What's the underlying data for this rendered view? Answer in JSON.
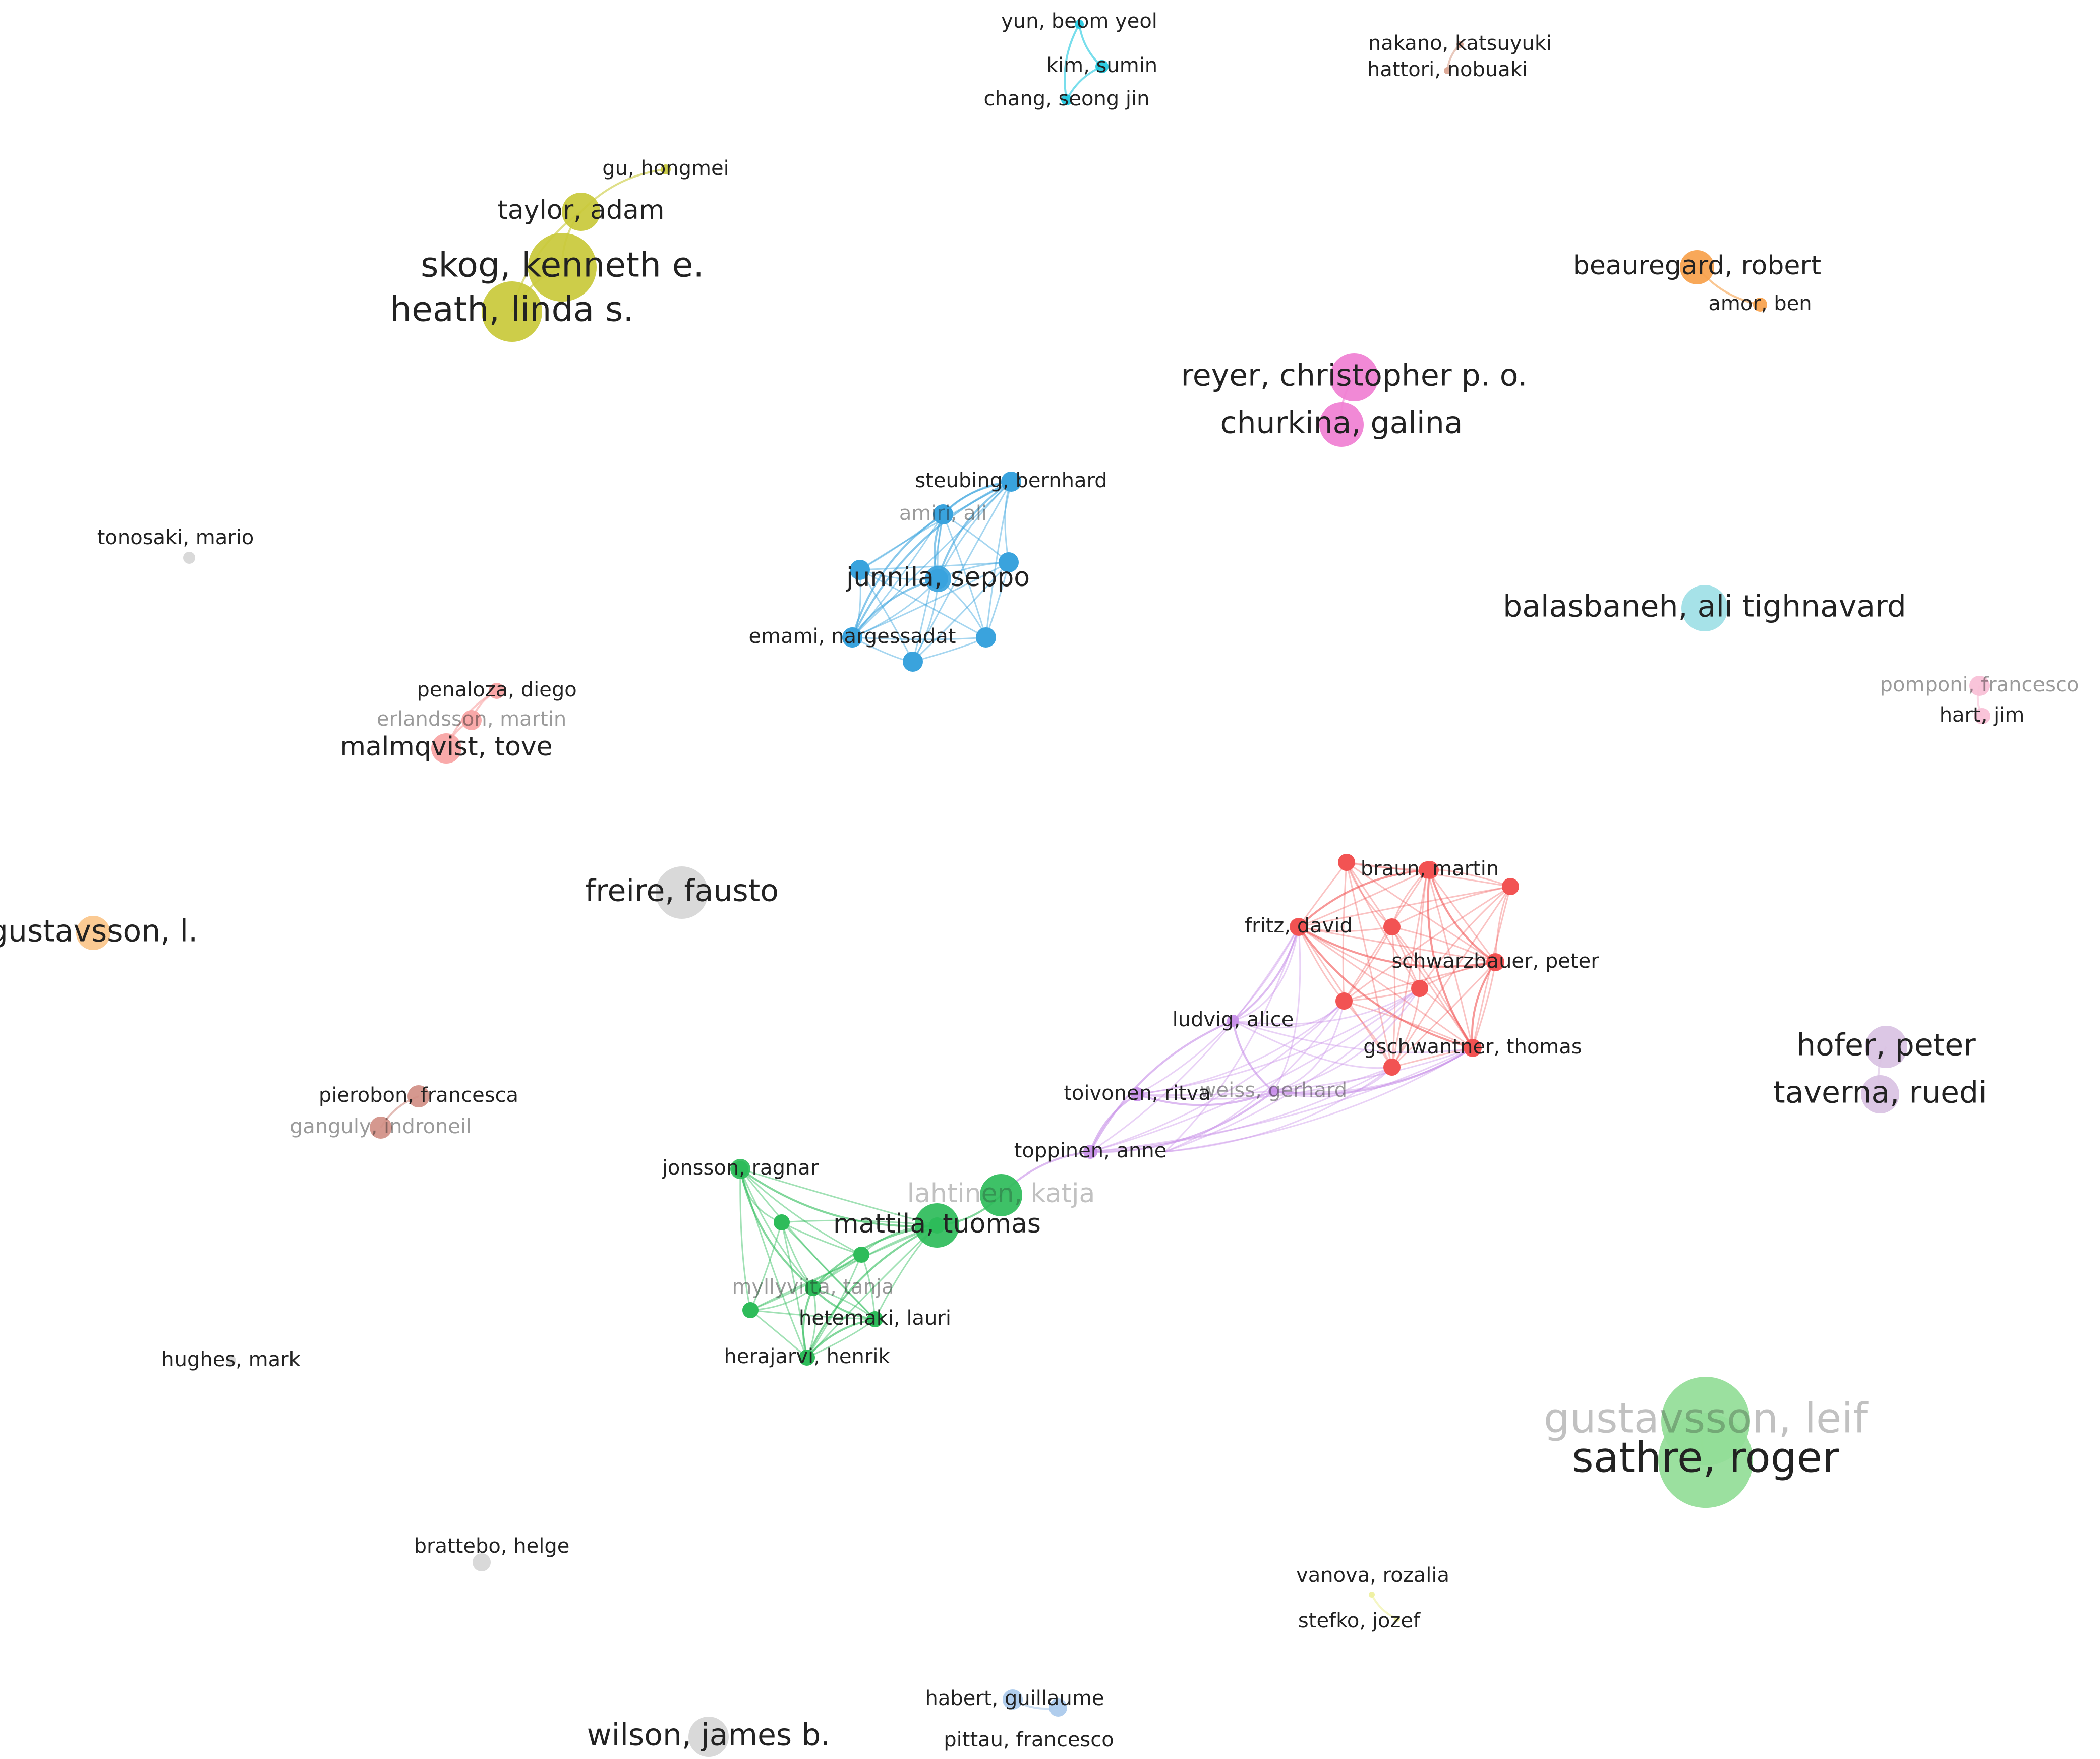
{
  "nodes": [
    {
      "id": "yun-beom-yeol",
      "label": "yun, beom yeol",
      "cluster": "cyan",
      "weight": 1
    },
    {
      "id": "kim-sumin",
      "label": "kim, sumin",
      "cluster": "cyan",
      "weight": 1
    },
    {
      "id": "chang-seong-jin",
      "label": "chang, seong jin",
      "cluster": "cyan",
      "weight": 1
    },
    {
      "id": "nakano-katsuyuki",
      "label": "nakano, katsuyuki",
      "cluster": "brown",
      "weight": 1
    },
    {
      "id": "hattori-nobuaki",
      "label": "hattori, nobuaki",
      "cluster": "brown",
      "weight": 1
    },
    {
      "id": "gu-hongmei",
      "label": "gu, hongmei",
      "cluster": "olive",
      "weight": 1
    },
    {
      "id": "taylor-adam",
      "label": "taylor, adam",
      "cluster": "olive",
      "weight": 2
    },
    {
      "id": "skog-kenneth-e",
      "label": "skog, kenneth e.",
      "cluster": "olive",
      "weight": 4
    },
    {
      "id": "heath-linda-s",
      "label": "heath, linda s.",
      "cluster": "olive",
      "weight": 4
    },
    {
      "id": "beauregard-robert",
      "label": "beauregard, robert",
      "cluster": "orange",
      "weight": 2
    },
    {
      "id": "amor-ben",
      "label": "amor, ben",
      "cluster": "orange",
      "weight": 1
    },
    {
      "id": "reyer-christopher-p-o",
      "label": "reyer, christopher p. o.",
      "cluster": "magenta",
      "weight": 3
    },
    {
      "id": "churkina-galina",
      "label": "churkina, galina",
      "cluster": "magenta",
      "weight": 3
    },
    {
      "id": "steubing-bernhard",
      "label": "steubing, bernhard",
      "cluster": "blue",
      "weight": 1
    },
    {
      "id": "amiri-ali",
      "label": "amiri, ali",
      "cluster": "blue",
      "weight": 1
    },
    {
      "id": "junnila-seppo",
      "label": "junnila, seppo",
      "cluster": "blue",
      "weight": 2
    },
    {
      "id": "emami-nargessadat",
      "label": "emami, nargessadat",
      "cluster": "blue",
      "weight": 1
    },
    {
      "id": "tonosaki-mario",
      "label": "tonosaki, mario",
      "cluster": "grey",
      "weight": 1
    },
    {
      "id": "balasbaneh-ali-tighnavard",
      "label": "balasbaneh, ali tighnavard",
      "cluster": "teal",
      "weight": 3
    },
    {
      "id": "penaloza-diego",
      "label": "penaloza, diego",
      "cluster": "pink",
      "weight": 1
    },
    {
      "id": "erlandsson-martin",
      "label": "erlandsson, martin",
      "cluster": "pink",
      "weight": 1
    },
    {
      "id": "malmqvist-tove",
      "label": "malmqvist, tove",
      "cluster": "pink",
      "weight": 2
    },
    {
      "id": "pomponi-francesco",
      "label": "pomponi, francesco",
      "cluster": "lightpink",
      "weight": 1
    },
    {
      "id": "hart-jim",
      "label": "hart, jim",
      "cluster": "lightpink",
      "weight": 1
    },
    {
      "id": "freire-fausto",
      "label": "freire, fausto",
      "cluster": "grey",
      "weight": 3
    },
    {
      "id": "gustavsson-l",
      "label": "gustavsson, l.",
      "cluster": "peach",
      "weight": 3
    },
    {
      "id": "braun-martin",
      "label": "braun, martin",
      "cluster": "red",
      "weight": 1
    },
    {
      "id": "fritz-david",
      "label": "fritz, david",
      "cluster": "red",
      "weight": 1
    },
    {
      "id": "schwarzbauer-peter",
      "label": "schwarzbauer, peter",
      "cluster": "red",
      "weight": 1
    },
    {
      "id": "gschwantner-thomas",
      "label": "gschwantner, thomas",
      "cluster": "red",
      "weight": 1
    },
    {
      "id": "ludvig-alice",
      "label": "ludvig, alice",
      "cluster": "purple",
      "weight": 1
    },
    {
      "id": "toivonen-ritva",
      "label": "toivonen, ritva",
      "cluster": "purple",
      "weight": 1
    },
    {
      "id": "weiss-gerhard",
      "label": "weiss, gerhard",
      "cluster": "purple",
      "weight": 1
    },
    {
      "id": "toppinen-anne",
      "label": "toppinen, anne",
      "cluster": "purple",
      "weight": 1
    },
    {
      "id": "hofer-peter",
      "label": "hofer, peter",
      "cluster": "lavender",
      "weight": 3
    },
    {
      "id": "taverna-ruedi",
      "label": "taverna, ruedi",
      "cluster": "lavender",
      "weight": 3
    },
    {
      "id": "pierobon-francesca",
      "label": "pierobon, francesca",
      "cluster": "rosebrown",
      "weight": 1
    },
    {
      "id": "ganguly-indroneil",
      "label": "ganguly, indroneil",
      "cluster": "rosebrown",
      "weight": 1
    },
    {
      "id": "jonsson-ragnar",
      "label": "jonsson, ragnar",
      "cluster": "green",
      "weight": 1
    },
    {
      "id": "lahtinen-katja",
      "label": "lahtinen, katja",
      "cluster": "green",
      "weight": 2
    },
    {
      "id": "mattila-tuomas",
      "label": "mattila, tuomas",
      "cluster": "green",
      "weight": 2
    },
    {
      "id": "myllyviita-tanja",
      "label": "myllyviita, tanja",
      "cluster": "green",
      "weight": 1
    },
    {
      "id": "hetemaki-lauri",
      "label": "hetemaki, lauri",
      "cluster": "green",
      "weight": 1
    },
    {
      "id": "herajarvi-henrik",
      "label": "herajarvi, henrik",
      "cluster": "green",
      "weight": 1
    },
    {
      "id": "hughes-mark",
      "label": "hughes, mark",
      "cluster": "grey",
      "weight": 1
    },
    {
      "id": "gustavsson-leif",
      "label": "gustavsson, leif",
      "cluster": "lightgreen",
      "weight": 5
    },
    {
      "id": "sathre-roger",
      "label": "sathre, roger",
      "cluster": "lightgreen",
      "weight": 5
    },
    {
      "id": "brattebo-helge",
      "label": "brattebo, helge",
      "cluster": "grey",
      "weight": 1
    },
    {
      "id": "vanova-rozalia",
      "label": "vanova, rozalia",
      "cluster": "paleyellow",
      "weight": 1
    },
    {
      "id": "stefko-jozef",
      "label": "stefko, jozef",
      "cluster": "paleyellow",
      "weight": 1
    },
    {
      "id": "habert-guillaume",
      "label": "habert, guillaume",
      "cluster": "paleblue",
      "weight": 1
    },
    {
      "id": "pittau-francesco",
      "label": "pittau, francesco",
      "cluster": "paleblue",
      "weight": 1
    },
    {
      "id": "wilson-james-b",
      "label": "wilson, james b.",
      "cluster": "grey",
      "weight": 3
    }
  ],
  "links": [
    [
      "yun-beom-yeol",
      "kim-sumin"
    ],
    [
      "yun-beom-yeol",
      "chang-seong-jin"
    ],
    [
      "kim-sumin",
      "chang-seong-jin"
    ],
    [
      "nakano-katsuyuki",
      "hattori-nobuaki"
    ],
    [
      "gu-hongmei",
      "taylor-adam"
    ],
    [
      "taylor-adam",
      "skog-kenneth-e"
    ],
    [
      "skog-kenneth-e",
      "heath-linda-s"
    ],
    [
      "taylor-adam",
      "heath-linda-s"
    ],
    [
      "beauregard-robert",
      "amor-ben"
    ],
    [
      "reyer-christopher-p-o",
      "churkina-galina"
    ],
    [
      "steubing-bernhard",
      "amiri-ali"
    ],
    [
      "steubing-bernhard",
      "junnila-seppo"
    ],
    [
      "amiri-ali",
      "junnila-seppo"
    ],
    [
      "junnila-seppo",
      "emami-nargessadat"
    ],
    [
      "amiri-ali",
      "emami-nargessadat"
    ],
    [
      "steubing-bernhard",
      "emami-nargessadat"
    ],
    [
      "penaloza-diego",
      "erlandsson-martin"
    ],
    [
      "erlandsson-martin",
      "malmqvist-tove"
    ],
    [
      "penaloza-diego",
      "malmqvist-tove"
    ],
    [
      "pomponi-francesco",
      "hart-jim"
    ],
    [
      "gustavsson-l",
      "gustavsson-l"
    ],
    [
      "braun-martin",
      "fritz-david"
    ],
    [
      "braun-martin",
      "schwarzbauer-peter"
    ],
    [
      "fritz-david",
      "schwarzbauer-peter"
    ],
    [
      "fritz-david",
      "gschwantner-thomas"
    ],
    [
      "schwarzbauer-peter",
      "gschwantner-thomas"
    ],
    [
      "braun-martin",
      "gschwantner-thomas"
    ],
    [
      "ludvig-alice",
      "fritz-david"
    ],
    [
      "ludvig-alice",
      "weiss-gerhard"
    ],
    [
      "toivonen-ritva",
      "weiss-gerhard"
    ],
    [
      "toivonen-ritva",
      "toppinen-anne"
    ],
    [
      "toppinen-anne",
      "weiss-gerhard"
    ],
    [
      "weiss-gerhard",
      "gschwantner-thomas"
    ],
    [
      "ludvig-alice",
      "toppinen-anne"
    ],
    [
      "toppinen-anne",
      "lahtinen-katja"
    ],
    [
      "hofer-peter",
      "taverna-ruedi"
    ],
    [
      "pierobon-francesca",
      "ganguly-indroneil"
    ],
    [
      "jonsson-ragnar",
      "mattila-tuomas"
    ],
    [
      "jonsson-ragnar",
      "myllyviita-tanja"
    ],
    [
      "mattila-tuomas",
      "myllyviita-tanja"
    ],
    [
      "myllyviita-tanja",
      "hetemaki-lauri"
    ],
    [
      "hetemaki-lauri",
      "herajarvi-henrik"
    ],
    [
      "myllyviita-tanja",
      "herajarvi-henrik"
    ],
    [
      "mattila-tuomas",
      "lahtinen-katja"
    ],
    [
      "mattila-tuomas",
      "herajarvi-henrik"
    ],
    [
      "gustavsson-leif",
      "sathre-roger"
    ],
    [
      "vanova-rozalia",
      "stefko-jozef"
    ],
    [
      "habert-guillaume",
      "pittau-francesco"
    ]
  ],
  "clusters": {
    "cyan": "#1ec8e0",
    "brown": "#d9a38f",
    "olive": "#c9c93a",
    "orange": "#f7a14b",
    "magenta": "#f07fd3",
    "blue": "#3aa3dd",
    "grey": "#d9d9d9",
    "teal": "#9ee0e6",
    "pink": "#f9a3a3",
    "lightpink": "#f9bfd6",
    "peach": "#fbc58a",
    "red": "#f25353",
    "purple": "#c78ee8",
    "lavender": "#d9c2e3",
    "rosebrown": "#d18f86",
    "green": "#2ebc5a",
    "lightgreen": "#93dd97",
    "paleyellow": "#eef09c",
    "paleblue": "#a9c9ec"
  }
}
